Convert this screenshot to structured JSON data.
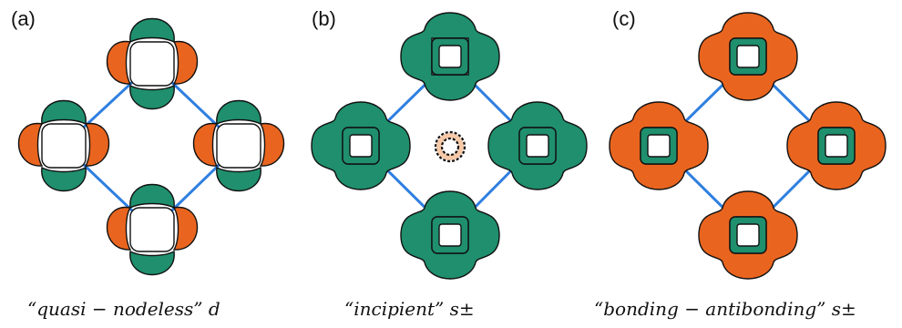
{
  "panels": [
    {
      "letter": "(a)",
      "caption_main": "“quasi − nodeless” d",
      "colors": {
        "lobes_x": "#e9651f",
        "lobes_y": "#1f8f6d",
        "bz": "#2f7fe0"
      }
    },
    {
      "letter": "(b)",
      "caption_main": "“incipient” s±",
      "colors": {
        "outer": "#1f8f6d",
        "inner": "#1f8f6d",
        "center_ring": "#e9651f",
        "bz": "#2f7fe0"
      }
    },
    {
      "letter": "(c)",
      "caption_main": "“bonding − antibonding” s±",
      "colors": {
        "outer": "#e9651f",
        "inner": "#1f8f6d",
        "bz": "#2f7fe0"
      }
    }
  ]
}
